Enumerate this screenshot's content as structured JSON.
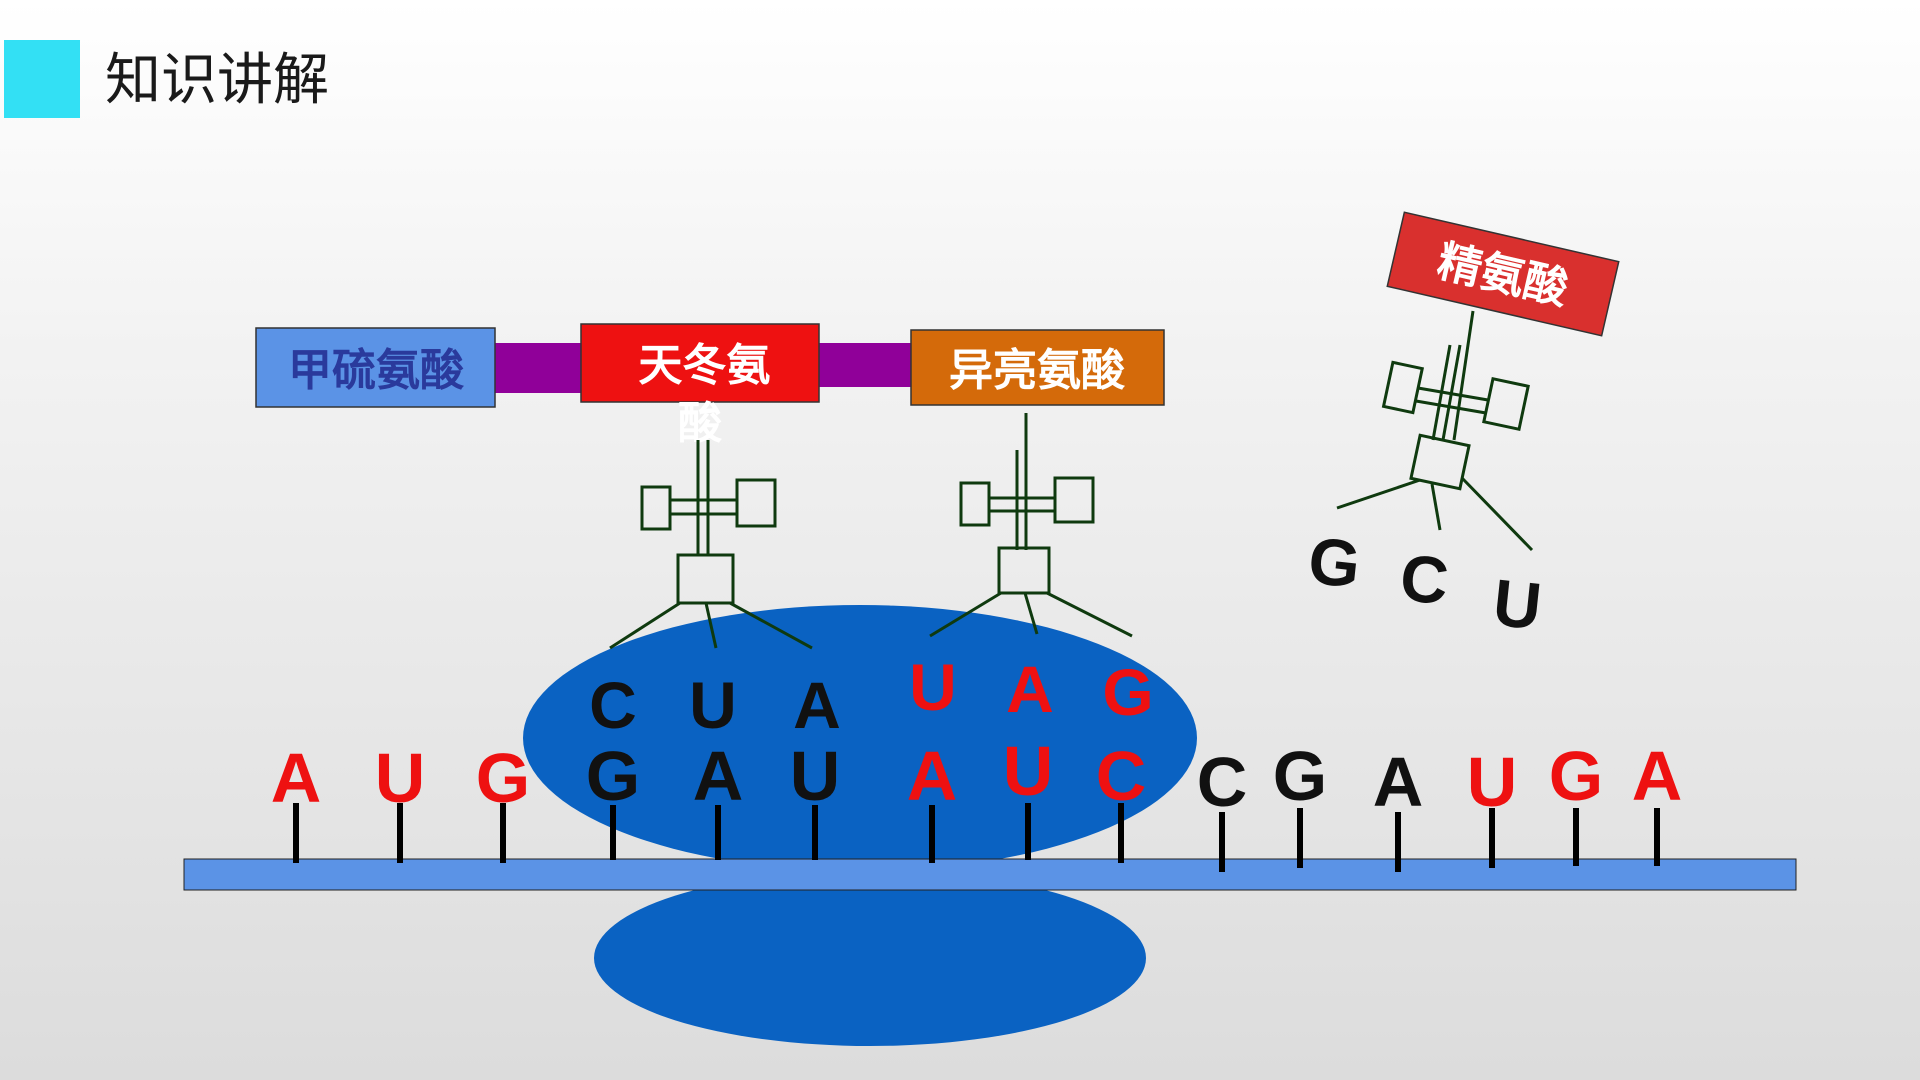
{
  "header": {
    "title": "知识讲解"
  },
  "colors": {
    "accent": "#33e0f4",
    "ribosome": "#0a62c2",
    "mrna_strip": "#5b93e6",
    "peptide_bond": "#900099",
    "met_box": "#5b93e6",
    "met_text": "#2a3a9c",
    "asp_box": "#ee1111",
    "ile_box": "#d46a0a",
    "arg_box": "#d9302e",
    "trna": "#0f3a0f",
    "red_base": "#ee1111",
    "black_base": "#111111"
  },
  "amino_acids": {
    "met": "甲硫氨酸",
    "asp": "天冬氨酸",
    "ile": "异亮氨酸",
    "arg": "精氨酸"
  },
  "mrna": [
    {
      "base": "A",
      "color": "red"
    },
    {
      "base": "U",
      "color": "red"
    },
    {
      "base": "G",
      "color": "red"
    },
    {
      "base": "G",
      "color": "black"
    },
    {
      "base": "A",
      "color": "black"
    },
    {
      "base": "U",
      "color": "black"
    },
    {
      "base": "A",
      "color": "red"
    },
    {
      "base": "U",
      "color": "red"
    },
    {
      "base": "C",
      "color": "red"
    },
    {
      "base": "C",
      "color": "black"
    },
    {
      "base": "G",
      "color": "black"
    },
    {
      "base": "A",
      "color": "black"
    },
    {
      "base": "U",
      "color": "red"
    },
    {
      "base": "G",
      "color": "red"
    },
    {
      "base": "A",
      "color": "red"
    }
  ],
  "trna1_anticodon": [
    {
      "base": "C",
      "color": "black"
    },
    {
      "base": "U",
      "color": "black"
    },
    {
      "base": "A",
      "color": "black"
    }
  ],
  "trna2_anticodon": [
    {
      "base": "U",
      "color": "red"
    },
    {
      "base": "A",
      "color": "red"
    },
    {
      "base": "G",
      "color": "red"
    }
  ],
  "trna3_anticodon": [
    {
      "base": "G",
      "color": "black"
    },
    {
      "base": "C",
      "color": "black"
    },
    {
      "base": "U",
      "color": "black"
    }
  ]
}
